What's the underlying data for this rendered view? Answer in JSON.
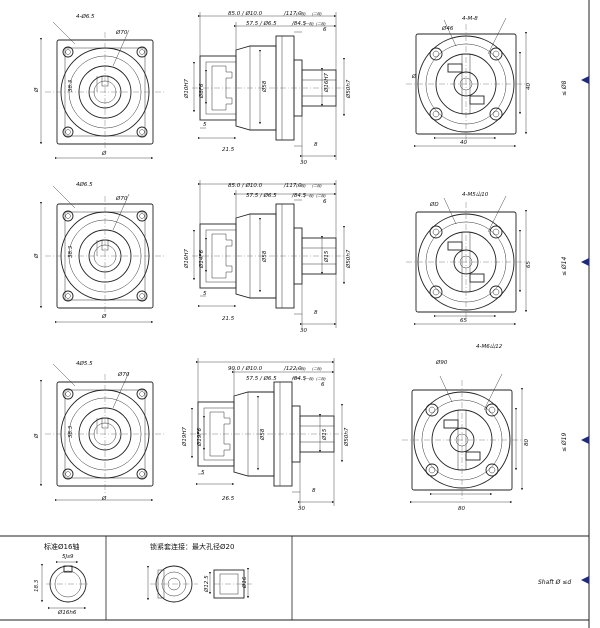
{
  "rows": [
    {
      "flange": {
        "holes": "4-Ø6.5",
        "pcd": "Ø70",
        "center": "38.3",
        "left": "Ø",
        "bottom": "Ø"
      },
      "side": {
        "top1": "85.0 / Ø10.0",
        "top1b": "/117.0",
        "top1s1": "(一段)",
        "top1s2": "(二段)",
        "top2": "57.5 / Ø6.5",
        "top2b": "/84.5",
        "top2s1": "(一段)",
        "top2s2": "(二段)",
        "bore1": "Ø10H7",
        "bore2": "Ø8F6",
        "body": "Ø58",
        "shaft1": "Ø16H7",
        "shaft2": "Ø50h7",
        "d6": "6",
        "d5": "5",
        "d21": "21.5",
        "d8": "8",
        "d30": "30"
      },
      "front": {
        "holes": "4-M-8",
        "circle": "Ø46",
        "d40a": "40",
        "d40b": "40",
        "side": "Ø"
      },
      "marker": "≤ Ø8"
    },
    {
      "flange": {
        "holes": "4Ø6.5",
        "pcd": "Ø70",
        "center": "38.3",
        "left": "Ø",
        "bottom": "Ø"
      },
      "side": {
        "top1": "85.0 / Ø10.0",
        "top1b": "/117.0",
        "top1s1": "(一段)",
        "top1s2": "(二段)",
        "top2": "57.5 / Ø6.5",
        "top2b": "/84.5",
        "top2s1": "(一段)",
        "top2s2": "(二段)",
        "bore1": "Ø16H7",
        "bore2": "Ø14F6",
        "body": "Ø58",
        "shaft1": "Ø15",
        "shaft2": "Ø50h7",
        "d6": "6",
        "d5": "5",
        "d21": "21.5",
        "d8": "8",
        "d30": "30"
      },
      "front": {
        "holes": "4-M5山10",
        "circle": "ØD",
        "d40a": "65",
        "d40b": "65",
        "side": ""
      },
      "marker": "≤ Ø14"
    },
    {
      "flange": {
        "holes": "4Ø5.5",
        "pcd": "Ø70",
        "center": "38.3",
        "left": "Ø",
        "bottom": "Ø"
      },
      "side": {
        "top1": "90.0 / Ø10.0",
        "top1b": "/122.0",
        "top1s1": "(一段)",
        "top1s2": "(二段)",
        "top2": "57.5 / Ø6.5",
        "top2b": "/84.5",
        "top2s1": "(一段)",
        "top2s2": "(二段)",
        "bore1": "Ø19H7",
        "bore2": "Ø19F6",
        "body": "Ø58",
        "shaft1": "Ø15",
        "shaft2": "Ø50h7",
        "d6": "6",
        "d5": "5",
        "d21": "26.5",
        "d8": "8",
        "d30": "30"
      },
      "front": {
        "holes": "4-M6山12",
        "circle": "Ø90",
        "d40a": "80",
        "d40b": "80",
        "side": ""
      },
      "marker": "≤ Ø19"
    }
  ],
  "bottom": {
    "std_title": "标准Ø16轴",
    "std_key": "5Js9",
    "std_h": "18.3",
    "std_d": "Ø16h6",
    "lock_title": "锁紧套连接：最大孔径Ø20",
    "lock_a": "Ø12.5",
    "lock_b": "Ø16",
    "marker": "Shaft Ø ≤d"
  }
}
